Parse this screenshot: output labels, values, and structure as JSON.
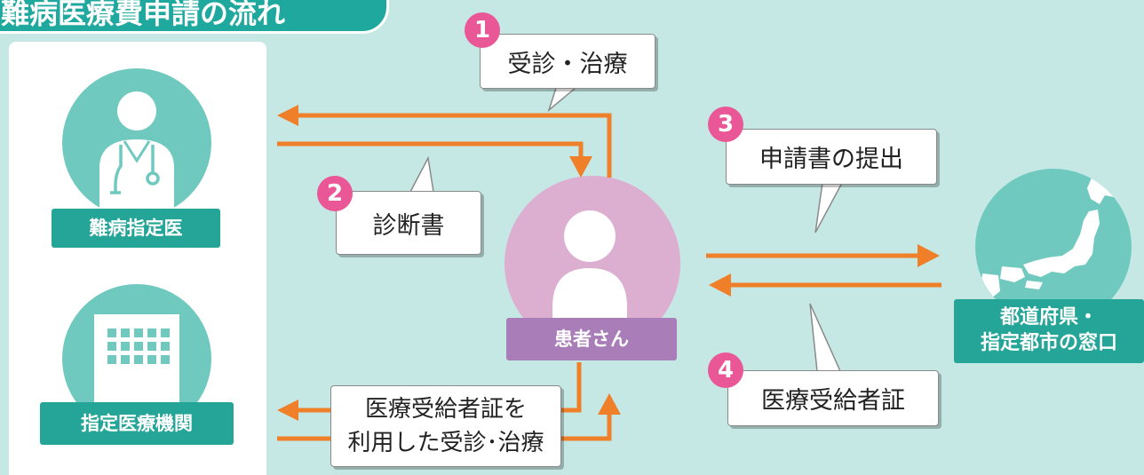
{
  "title": "難病医療費申請の流れ",
  "actors": {
    "doctor": "難病指定医",
    "institution": "指定医療機関",
    "patient": "患者さん",
    "office": "都道府県・\n指定都市の窓口"
  },
  "steps": [
    {
      "number": "1",
      "label": "受診・治療"
    },
    {
      "number": "2",
      "label": "診断書"
    },
    {
      "number": "3",
      "label": "申請書の提出"
    },
    {
      "number": "4",
      "label": "医療受給者証"
    }
  ],
  "treatment_note": "医療受給者証を\n利用した受診･治療",
  "colors": {
    "background": "#c6e8e5",
    "teal": "#1fa89e",
    "circle_teal": "#6fc9bf",
    "patient_pink": "#dcafd1",
    "patient_label": "#a97db8",
    "arrow": "#ef7f29",
    "step_badge": "#ea5796"
  },
  "icons": {
    "doctor": "doctor-icon",
    "institution": "building-icon",
    "patient": "person-icon",
    "office": "japan-map-icon"
  }
}
